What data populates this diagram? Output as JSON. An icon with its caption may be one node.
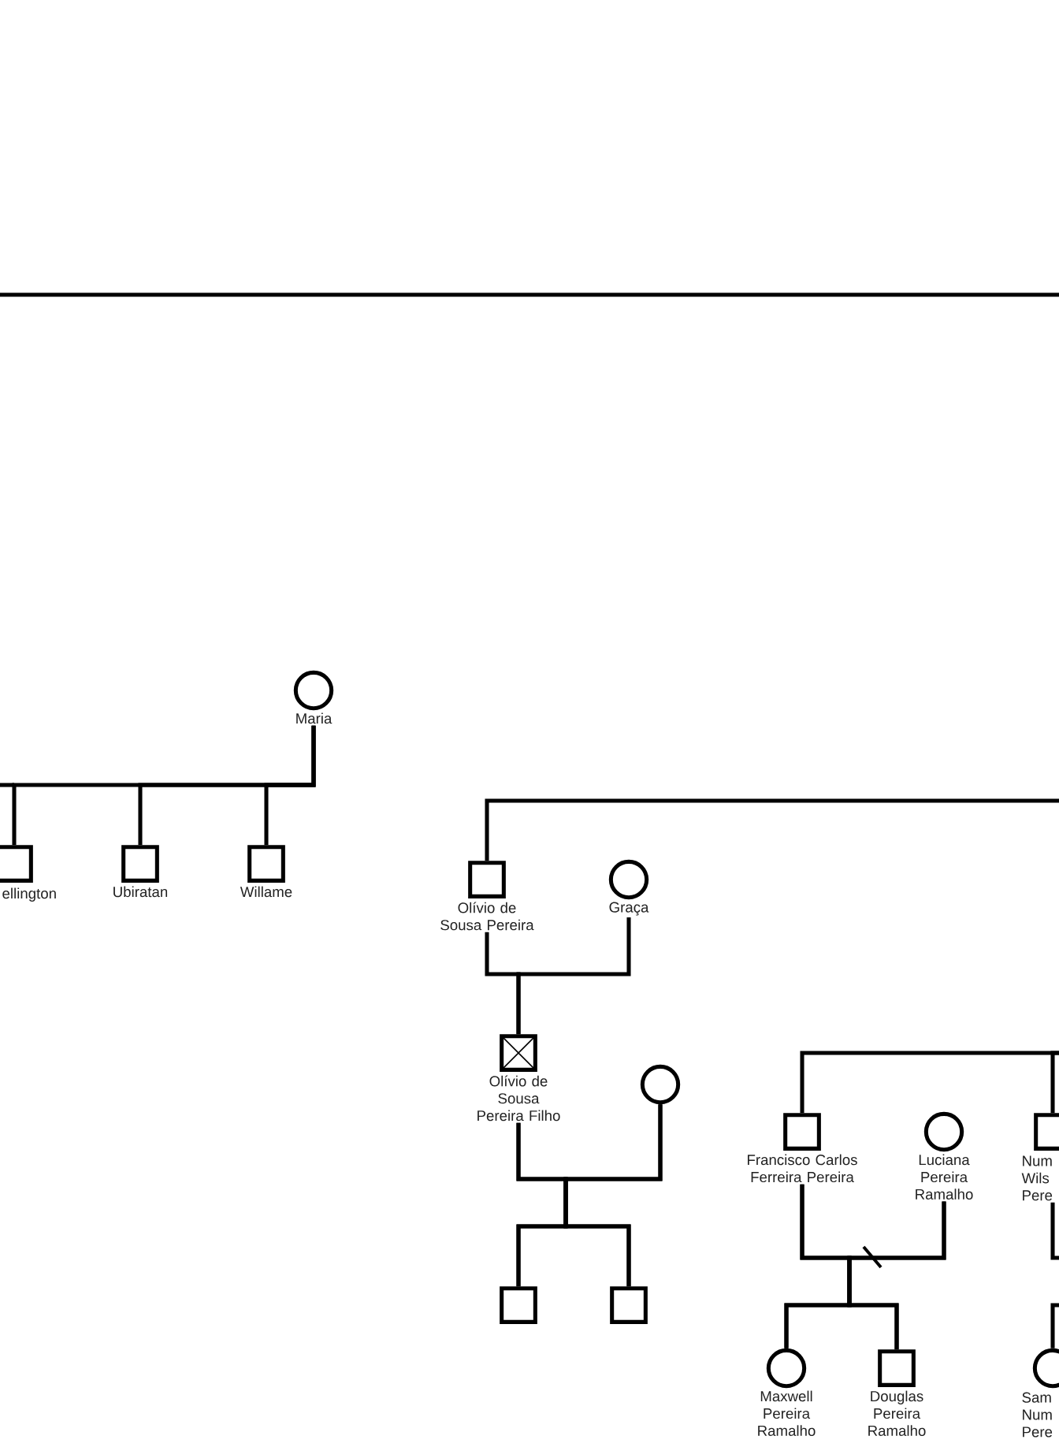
{
  "diagram": {
    "nodes": [
      {
        "text": [
          "Maria"
        ]
      },
      {
        "text": [
          "ellington"
        ]
      },
      {
        "text": [
          "Ubiratan"
        ]
      },
      {
        "text": [
          "Willame"
        ]
      },
      {
        "text": [
          "Olívio de Sousa Pereira"
        ]
      },
      {
        "text": [
          "Graça"
        ]
      },
      {
        "text": [
          "Olívio de Sousa Pereira Filho"
        ]
      },
      {
        "text": [],
        "shape": "circle"
      },
      {
        "text": [],
        "shape": "box"
      },
      {
        "text": [],
        "shape": "box"
      },
      {
        "text": [
          "Francisco Carlos Ferreira Pereira"
        ]
      },
      {
        "text": [
          "Luciana Pereira Ramalho"
        ]
      },
      {
        "text": [
          "Num Wils Pere"
        ]
      },
      {
        "text": [
          "Maxwell Pereira Ramalho"
        ]
      },
      {
        "text": [
          "Douglas Pereira Ramalho"
        ]
      },
      {
        "text": [
          "Sam Num Pere"
        ]
      }
    ],
    "edges": [
      {
        "from": 0,
        "to": 1,
        "arrow": "none"
      },
      {
        "from": 0,
        "to": 2,
        "arrow": "none"
      },
      {
        "from": 0,
        "to": 3,
        "arrow": "none"
      },
      {
        "from": null,
        "to": 4,
        "arrow": "none"
      },
      {
        "from": 4,
        "to": 6,
        "arrow": "none"
      },
      {
        "from": 5,
        "to": 6,
        "arrow": "none"
      },
      {
        "from": 6,
        "to": 8,
        "arrow": "none"
      },
      {
        "from": 6,
        "to": 9,
        "arrow": "none"
      },
      {
        "from": 7,
        "to": 8,
        "arrow": "none"
      },
      {
        "from": 7,
        "to": 9,
        "arrow": "none"
      },
      {
        "from": null,
        "to": 10,
        "arrow": "none"
      },
      {
        "from": null,
        "to": 12,
        "arrow": "none"
      },
      {
        "from": 10,
        "to": 13,
        "arrow": "none"
      },
      {
        "from": 10,
        "to": 14,
        "arrow": "none"
      },
      {
        "from": 11,
        "to": 13,
        "arrow": "none"
      },
      {
        "from": 11,
        "to": 14,
        "arrow": "none"
      },
      {
        "from": 12,
        "to": 15,
        "arrow": "none"
      }
    ]
  }
}
